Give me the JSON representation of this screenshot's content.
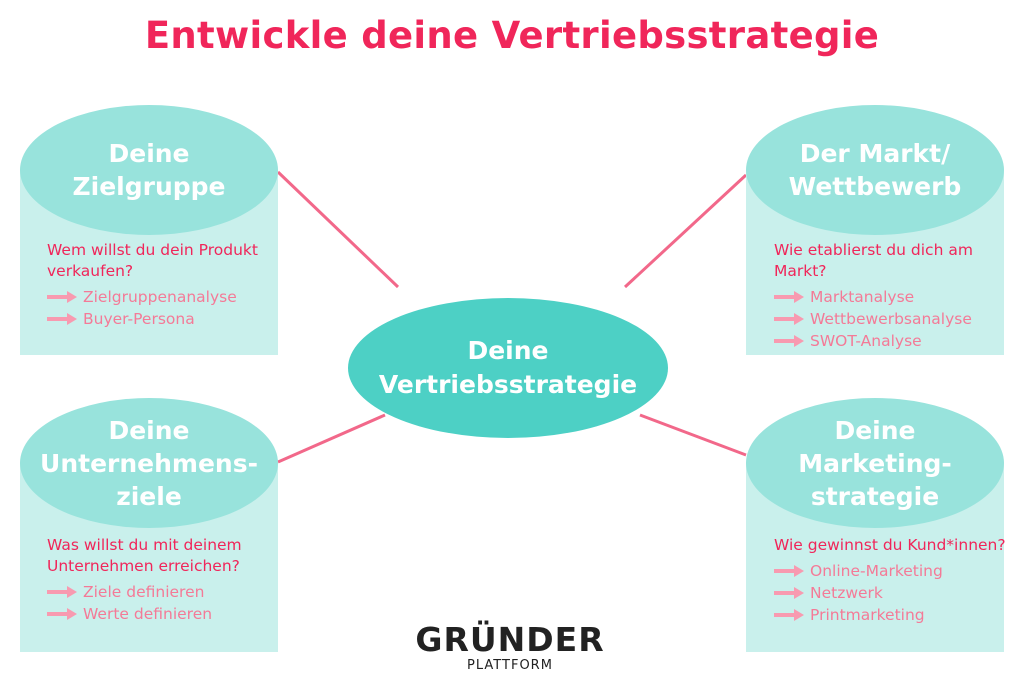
{
  "title": "Entwickle deine Vertriebsstrategie",
  "center": {
    "line1": "Deine",
    "line2": "Vertriebsstrategie"
  },
  "nodes": [
    {
      "heading": [
        "Deine",
        "Zielgruppe"
      ],
      "question": "Wem willst du dein Produkt verkaufen?",
      "items": [
        "Zielgruppenanalyse",
        "Buyer-Persona"
      ]
    },
    {
      "heading": [
        "Der Markt/",
        "Wettbewerb"
      ],
      "question": "Wie etablierst du dich am Markt?",
      "items": [
        "Marktanalyse",
        "Wettbewerbsanalyse",
        "SWOT-Analyse"
      ]
    },
    {
      "heading": [
        "Deine",
        "Unternehmens-",
        "ziele"
      ],
      "question": "Was willst du mit deinem Unternehmen erreichen?",
      "items": [
        "Ziele definieren",
        "Werte definieren"
      ]
    },
    {
      "heading": [
        "Deine",
        "Marketing-",
        "strategie"
      ],
      "question": "Wie gewinnst du Kund*innen?",
      "items": [
        "Online-Marketing",
        "Netzwerk",
        "Printmarketing"
      ]
    }
  ],
  "logo": {
    "main": "GRÜNDER",
    "sub": "PLATTFORM"
  },
  "colors": {
    "title": "#f0265a",
    "ellipse": "#98e3dc",
    "box": "#c9f0ec",
    "center": "#4dd0c5",
    "item": "#f47a97",
    "line": "#f2688a"
  }
}
